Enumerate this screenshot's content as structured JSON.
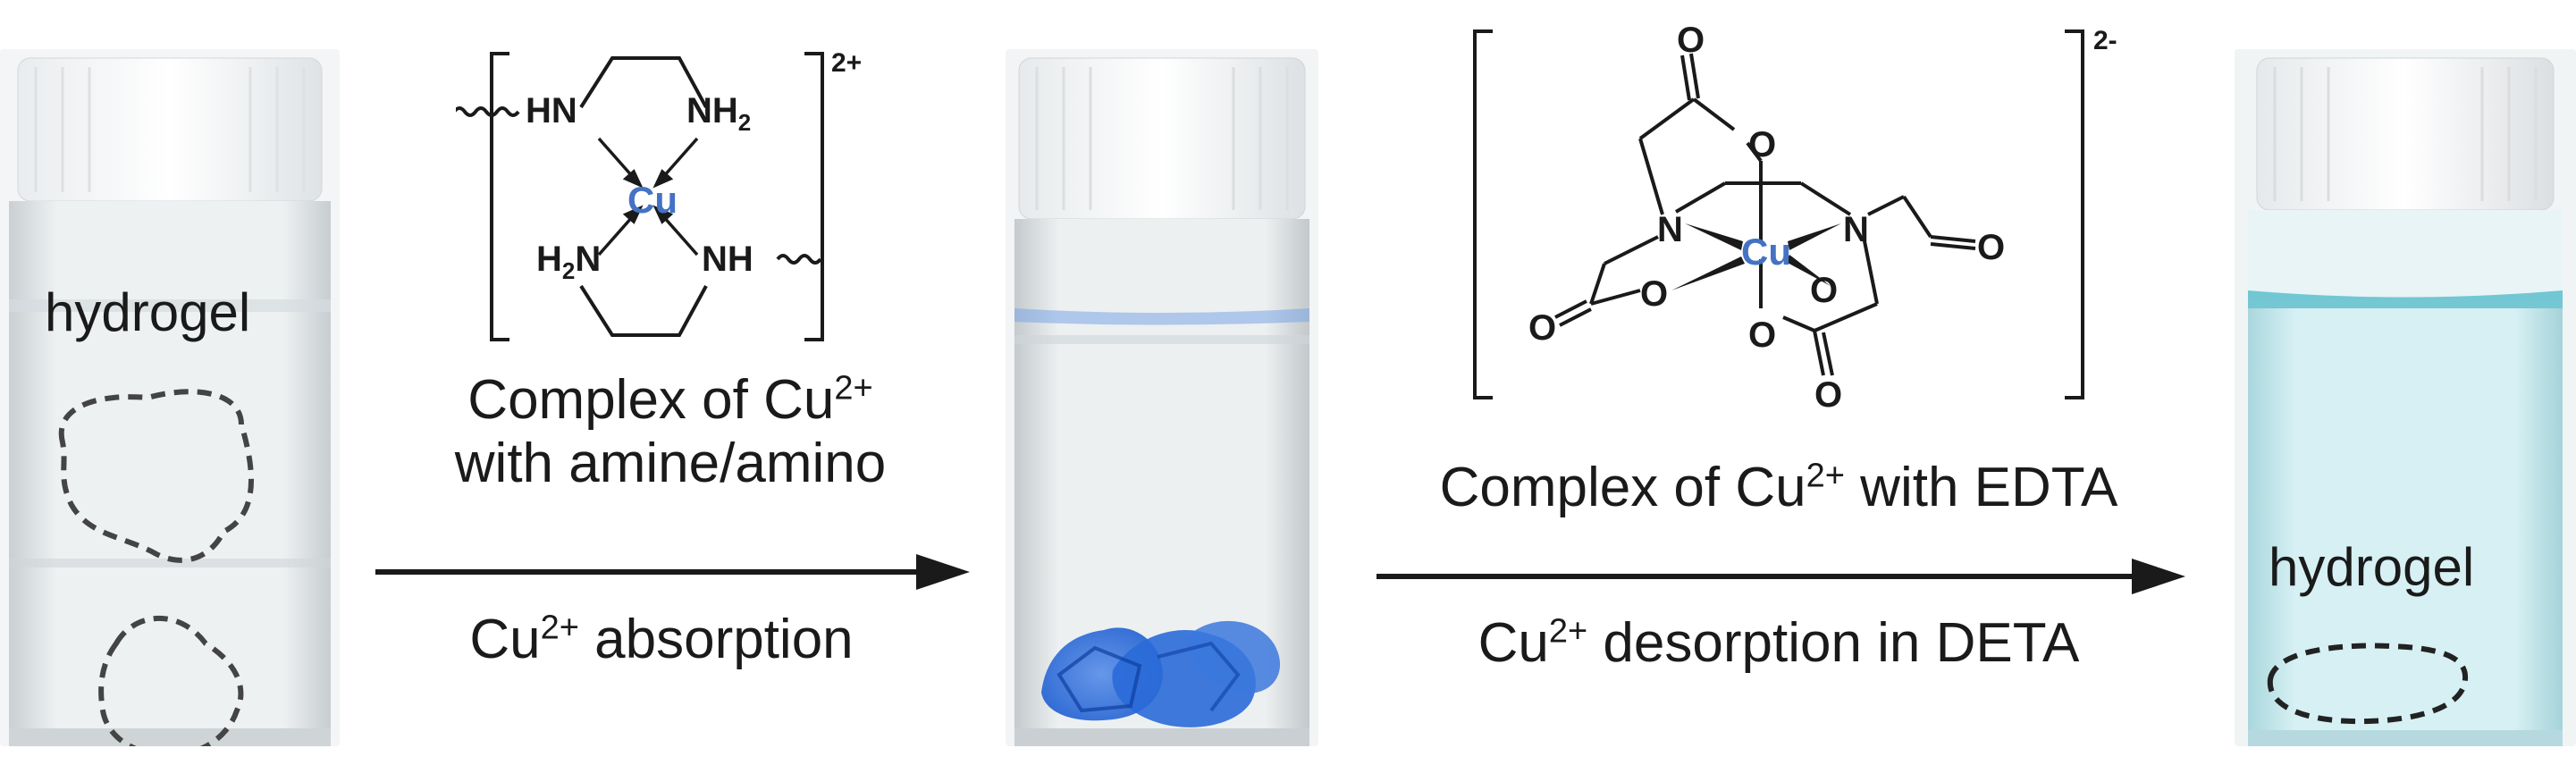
{
  "vials": {
    "left": {
      "label": "hydrogel"
    },
    "middle": {},
    "right": {
      "label": "hydrogel"
    }
  },
  "complex1": {
    "charge": "2+",
    "metal": "Cu",
    "ligand_atoms": {
      "hn": "HN",
      "nh2_base": "NH",
      "nh2_sub": "2",
      "h2n_sub": "2",
      "h2n_base": "N",
      "h2n_h": "H",
      "nh": "NH"
    }
  },
  "complex2": {
    "charge": "2-",
    "metal": "Cu",
    "atoms": {
      "o_top": "O",
      "o_top2": "O",
      "n_left": "N",
      "n_right": "N",
      "o_right": "O",
      "o_left_ring": "O",
      "o_left": "O",
      "o_right_ring": "O",
      "o_bottom": "O",
      "o_bottom2": "O"
    }
  },
  "step1": {
    "complex_caption_line1": "Complex of Cu",
    "complex_caption_sup": "2+",
    "complex_caption_line2": "with amine/amino",
    "arrow_label_pre": "Cu",
    "arrow_label_sup": "2+",
    "arrow_label_post": " absorption"
  },
  "step2": {
    "complex_caption_pre": "Complex of Cu",
    "complex_caption_sup": "2+",
    "complex_caption_post": " with EDTA",
    "arrow_label_pre": "Cu",
    "arrow_label_sup": "2+",
    "arrow_label_post": " desorption in DETA"
  },
  "colors": {
    "text": "#1a1a1a",
    "copper": "#4472c4",
    "absorbed_gel": "#1f5fd1",
    "desorbed_solution": "#cfeef2"
  }
}
